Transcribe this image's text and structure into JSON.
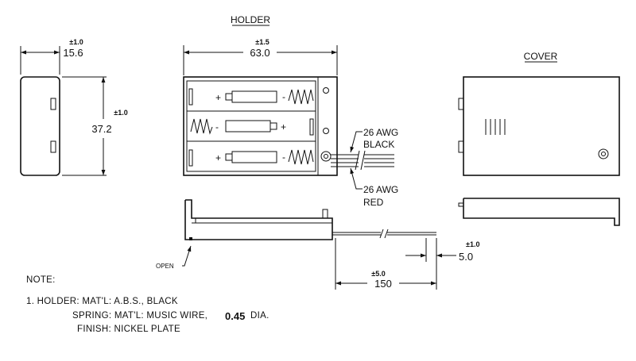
{
  "views": {
    "holder_title": "HOLDER",
    "cover_title": "COVER"
  },
  "dimensions": {
    "side_width": {
      "value": "15.6",
      "tolerance": "±1.0"
    },
    "side_height": {
      "value": "37.2",
      "tolerance": "±1.0"
    },
    "holder_width": {
      "value": "63.0",
      "tolerance": "±1.5"
    },
    "wire_length": {
      "value": "150",
      "tolerance": "±5.0"
    },
    "strip_length": {
      "value": "5.0",
      "tolerance": "±1.0"
    }
  },
  "wires": {
    "black": {
      "gauge": "26 AWG",
      "color": "BLACK"
    },
    "red": {
      "gauge": "26 AWG",
      "color": "RED"
    }
  },
  "labels": {
    "open": "OPEN",
    "plus": "+",
    "minus": "-"
  },
  "notes": {
    "heading": "NOTE:",
    "line1": "1.  HOLDER:  MAT'L:  A.B.S.,  BLACK",
    "line2_prefix": "SPRING:  MAT'L:  MUSIC  WIRE,",
    "line2_value": "0.45",
    "line2_suffix": "DIA.",
    "line3": "FINISH:  NICKEL  PLATE"
  }
}
